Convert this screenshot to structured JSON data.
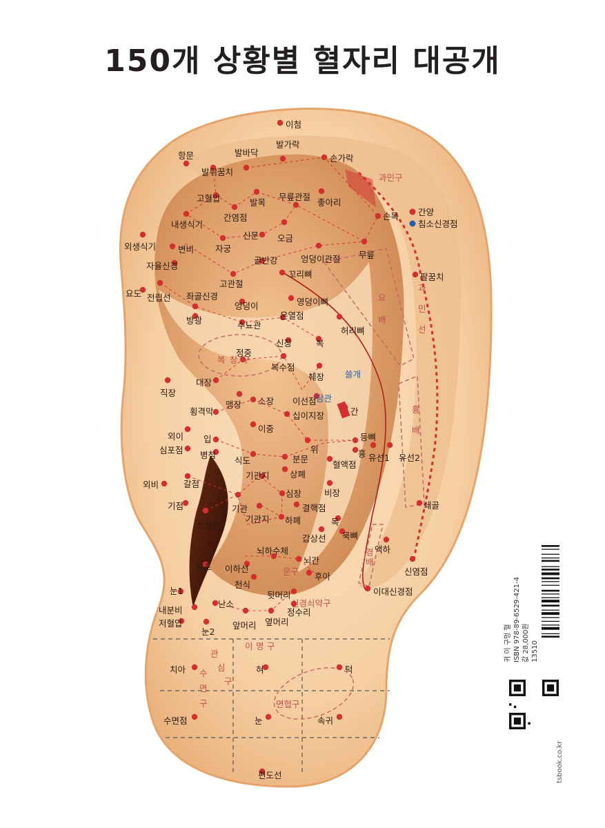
{
  "title": "150개 상황별 혈자리 대공개",
  "legend": {
    "red": "간양",
    "blue": "침소신경점",
    "red_color": "#d32f2f",
    "blue_color": "#1f5fae"
  },
  "points": [
    "이첨",
    "항문",
    "발바닥",
    "발가락",
    "손가락",
    "발뒤꿈치",
    "고혈압",
    "무릎관절",
    "발목",
    "좋아리",
    "간염점",
    "내생식기",
    "손목",
    "신문",
    "오금",
    "외생식기",
    "변비",
    "자궁",
    "엉덩이관절",
    "무릎",
    "자율신경",
    "골반강",
    "꼬리뼈",
    "고관절",
    "팔꿈치",
    "요도",
    "전립선",
    "좌골신경",
    "엉덩이",
    "영덩이뼈",
    "방광",
    "온열점",
    "수뇨관",
    "신장",
    "복",
    "허리뼈",
    "정중",
    "복수점",
    "췌장",
    "대장",
    "직장",
    "맹장",
    "소장",
    "이선점",
    "십이지장",
    "간",
    "횡격막",
    "이중",
    "등뼈",
    "외이",
    "입",
    "위",
    "흉",
    "심포점",
    "병첨",
    "식도",
    "분문",
    "혈액점",
    "유선1",
    "유선2",
    "외비",
    "갈점",
    "기관지",
    "상폐",
    "기점",
    "비장",
    "심장",
    "기관",
    "결핵점",
    "기관지",
    "하폐",
    "신상선",
    "목",
    "쇄골",
    "갑상선",
    "묵뼈",
    "액하",
    "삼초",
    "뇌하수체",
    "뇌간",
    "이하선",
    "신염점",
    "후아",
    "눈1",
    "천식",
    "뒷머리",
    "이대신경점",
    "신경쇠약구",
    "내분비",
    "난소",
    "정수리",
    "저혈압",
    "앞머리",
    "옆머리",
    "눈2",
    "치아",
    "혀",
    "턱",
    "수면점",
    "눈",
    "속귀",
    "편도선"
  ],
  "points_extra": {
    "pancreas_suffix": "쓸개",
    "liner_suffix": "담관"
  },
  "zones": [
    "과민구",
    "과민선",
    "요배",
    "흉배",
    "경배",
    "복창구",
    "운구",
    "이명구",
    "관심구",
    "수면구",
    "면협구"
  ],
  "book": {
    "category": "귀 이 구멍 혈",
    "isbn": "ISBN 978-89-6529-421-4",
    "price": "값 28,000원",
    "code": "13510",
    "site": "tsbook.co.kr"
  }
}
